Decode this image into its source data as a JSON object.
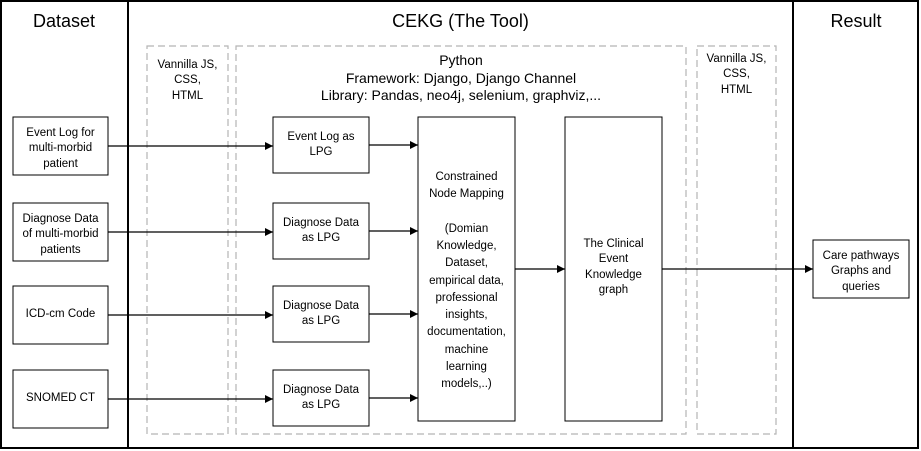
{
  "headers": {
    "dataset": "Dataset",
    "tool": "CEKG (The Tool)",
    "result": "Result"
  },
  "frontend_left": [
    "Vannilla JS,",
    "CSS,",
    "HTML"
  ],
  "frontend_right": [
    "Vannilla JS,",
    "CSS,",
    "HTML"
  ],
  "backend": {
    "language": "Python",
    "framework": "Framework: Django, Django Channel",
    "library": "Library: Pandas, neo4j,  selenium, graphviz,..."
  },
  "inputs": [
    [
      "Event Log for",
      "multi-morbid",
      "patient"
    ],
    [
      "Diagnose Data",
      "of multi-morbid",
      "patients"
    ],
    [
      "ICD-cm Code"
    ],
    [
      "SNOMED CT"
    ]
  ],
  "lpg_boxes": [
    [
      "Event Log as",
      "LPG"
    ],
    [
      "Diagnose Data",
      "as LPG"
    ],
    [
      "Diagnose Data",
      "as LPG"
    ],
    [
      "Diagnose Data",
      "as LPG"
    ]
  ],
  "mapping": [
    "Constrained",
    "Node Mapping",
    "",
    "(Domian",
    "Knowledge,",
    "Dataset,",
    "empirical data,",
    "professional",
    "insights,",
    "documentation,",
    "machine",
    "learning",
    "models,..)"
  ],
  "graph": [
    "The Clinical",
    "Event",
    "Knowledge",
    "graph"
  ],
  "output": [
    "Care pathways",
    "Graphs and",
    "queries"
  ]
}
